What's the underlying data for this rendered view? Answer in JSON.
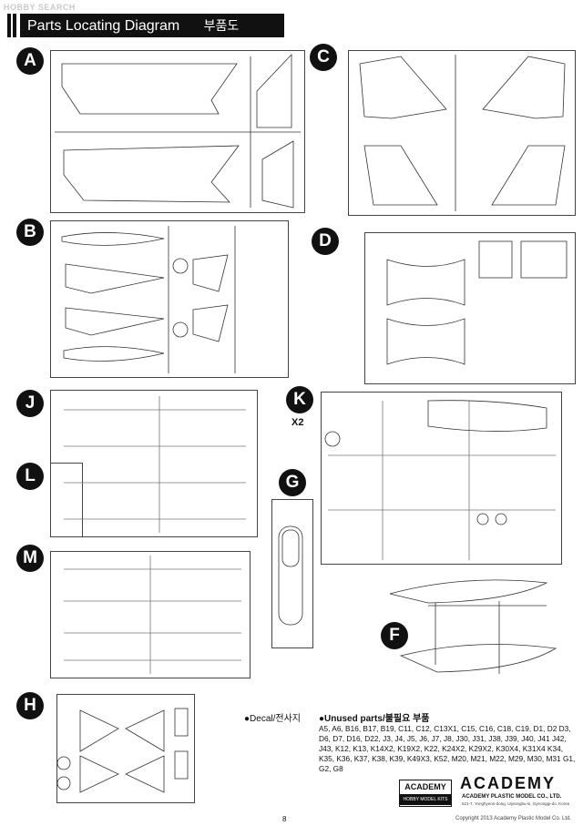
{
  "watermark": "HOBBY SEARCH",
  "header": {
    "title": "Parts Locating Diagram",
    "title_kr": "부품도"
  },
  "sprues": {
    "A": "A",
    "B": "B",
    "C": "C",
    "D": "D",
    "J": "J",
    "K": "K",
    "L": "L",
    "G": "G",
    "M": "M",
    "F": "F",
    "H": "H"
  },
  "k_multiplier": "X2",
  "decal_label": "●Decal/전사지",
  "unused": {
    "title": "●Unused parts/불필요 부품",
    "list": "A5, A6, B16, B17, B19, C11, C12, C13X1, C15, C16, C18, C19, D1, D2 D3, D6, D7, D16, D22, J3, J4, J5, J6, J7, J8, J30, J31, J38, J39, J40, J41 J42, J43, K12, K13, K14X2, K19X2, K22, K24X2, K29X2, K30X4, K31X4 K34, K35, K36, K37, K38, K39, K49X3, K52, M20, M21, M22, M29, M30, M31 G1, G2, G8"
  },
  "logo_small": {
    "top": "ACADEMY",
    "bottom": "HOBBY MODEL KITS"
  },
  "logo_big": {
    "name": "ACADEMY",
    "sub": "ACADEMY PLASTIC MODEL CO., LTD."
  },
  "address": "521-7, Yonghyeon-dong, Uijeongbu-si, Gyeonggi-do, Korea",
  "page_number": "8",
  "copyright": "Copyright 2013 Academy Plastic Model Co. Ltd."
}
